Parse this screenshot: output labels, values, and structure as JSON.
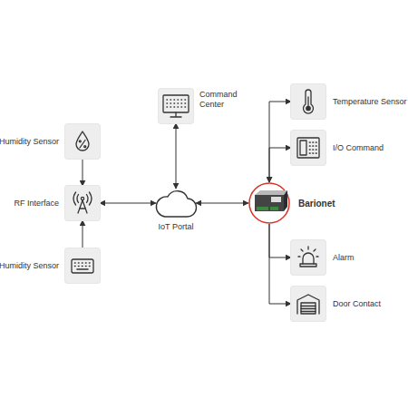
{
  "diagram": {
    "nodes": [
      {
        "text": [
          "Temperature Sensor"
        ]
      },
      {
        "text": [
          "Command Center"
        ]
      },
      {
        "text": [
          "Humidity Sensor"
        ]
      },
      {
        "text": [
          "I/O Command"
        ]
      },
      {
        "text": [
          "RF Interface"
        ]
      },
      {
        "text": [
          "IoT Portal"
        ]
      },
      {
        "text": [
          "Barionet"
        ]
      },
      {
        "text": [
          "Alarm"
        ]
      },
      {
        "text": [
          "Humidity Sensor"
        ]
      },
      {
        "text": [
          "Door Contact"
        ]
      }
    ],
    "edges": [
      {
        "from": 2,
        "to": 4,
        "arrow": "to"
      },
      {
        "from": 8,
        "to": 4,
        "arrow": "to"
      },
      {
        "from": 4,
        "to": 5,
        "arrow": "both"
      },
      {
        "from": 1,
        "to": 5,
        "arrow": "both"
      },
      {
        "from": 5,
        "to": 6,
        "arrow": "both"
      },
      {
        "from": 6,
        "to": 0,
        "arrow": "both"
      },
      {
        "from": 6,
        "to": 3,
        "arrow": "both"
      },
      {
        "from": 6,
        "to": 7,
        "arrow": "to"
      },
      {
        "from": 6,
        "to": 9,
        "arrow": "to"
      }
    ]
  }
}
